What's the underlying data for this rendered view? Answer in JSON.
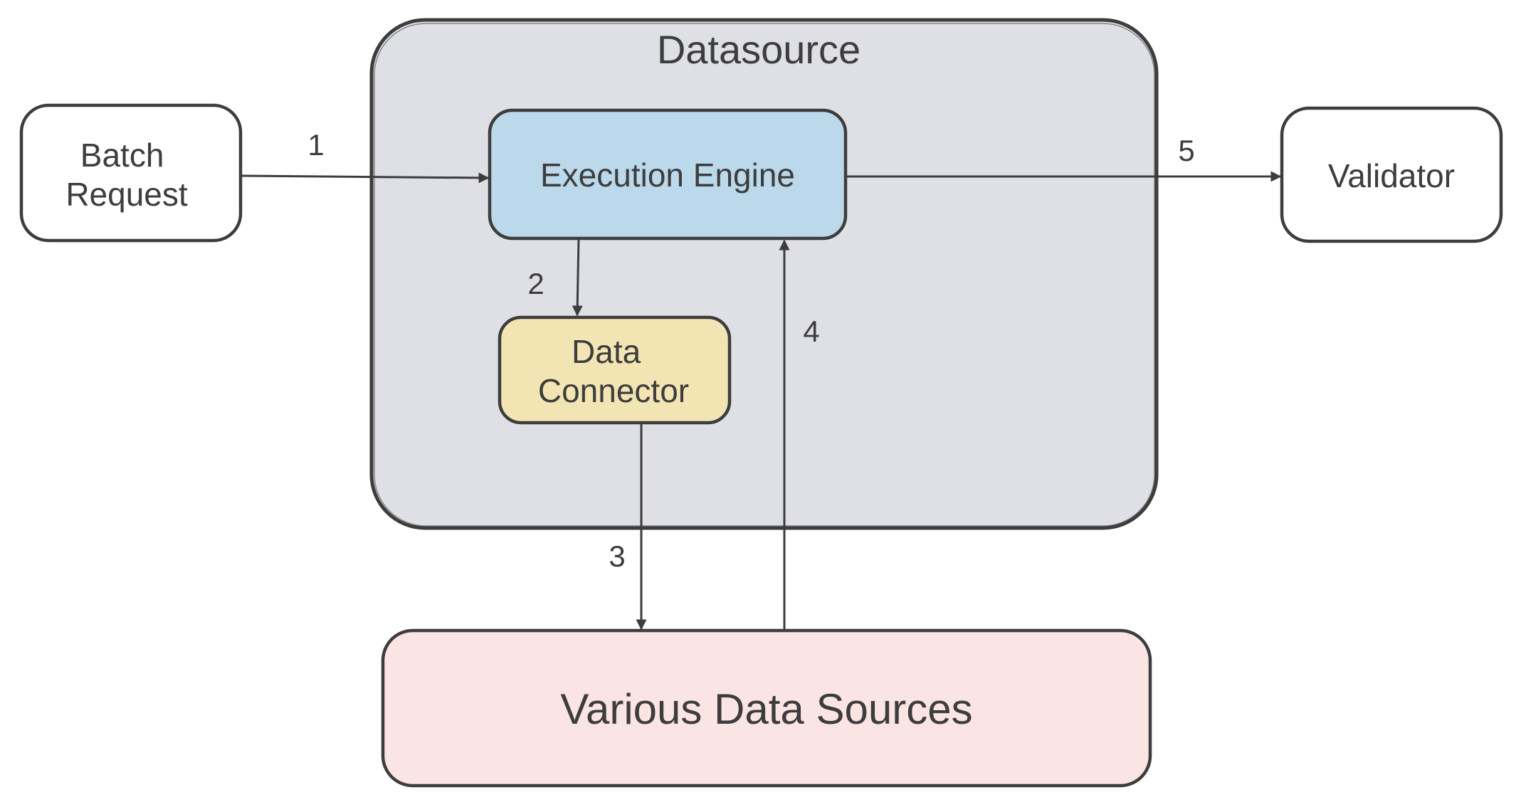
{
  "diagram": {
    "container": {
      "title": "Datasource",
      "fill": "#dee0e5",
      "stroke": "#3d3d3d"
    },
    "nodes": {
      "batch_request": {
        "lines": [
          "Batch",
          "Request"
        ],
        "fill": "#ffffff"
      },
      "execution_engine": {
        "lines": [
          "Execution Engine"
        ],
        "fill": "#bcd9ec"
      },
      "data_connector": {
        "lines": [
          "Data",
          "Connector"
        ],
        "fill": "#f3e5b3"
      },
      "validator": {
        "lines": [
          "Validator"
        ],
        "fill": "#ffffff"
      },
      "data_sources": {
        "lines": [
          "Various Data Sources"
        ],
        "fill": "#fbe4e4"
      }
    },
    "edges": [
      {
        "label": "1",
        "from": "Batch Request",
        "to": "Execution Engine"
      },
      {
        "label": "2",
        "from": "Execution Engine",
        "to": "Data Connector"
      },
      {
        "label": "3",
        "from": "Data Connector",
        "to": "Various Data Sources"
      },
      {
        "label": "4",
        "from": "Various Data Sources",
        "to": "Execution Engine"
      },
      {
        "label": "5",
        "from": "Execution Engine",
        "to": "Validator"
      }
    ],
    "stroke_color": "#3d3d3d"
  }
}
